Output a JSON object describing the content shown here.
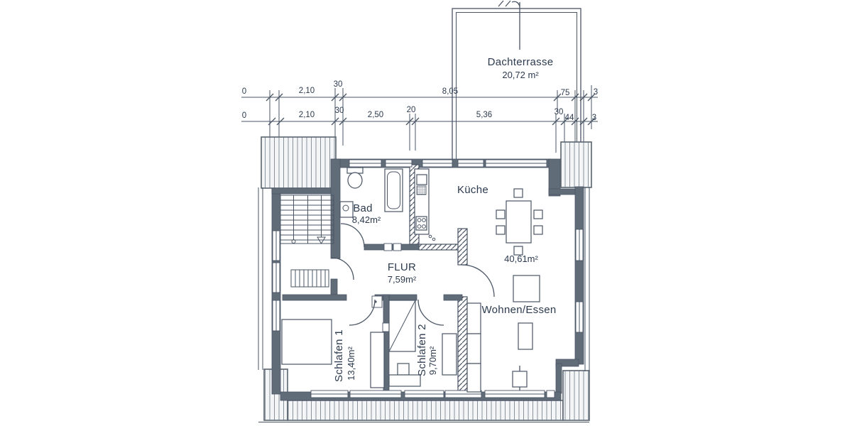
{
  "plan": {
    "rooms": [
      {
        "name": "Dachterrasse",
        "area": "20,72 m²"
      },
      {
        "name": "Küche",
        "area": "40,61m²"
      },
      {
        "name": "Bad",
        "area": "8,42m²"
      },
      {
        "name": "FLUR",
        "area": "7,59m²"
      },
      {
        "name": "Wohnen/Essen",
        "area": ""
      },
      {
        "name": "Schlafen 1",
        "area": "13,40m²"
      },
      {
        "name": "Schlafen 2",
        "area": "9,70m²"
      }
    ],
    "dim_row1": [
      "0",
      "2,10",
      "30",
      "8,05",
      "75",
      "3"
    ],
    "dim_row2": [
      "0",
      "2,10",
      "30",
      "2,50",
      "20",
      "5,36",
      "30",
      "44",
      "3"
    ],
    "colors": {
      "line": "#4a5565",
      "wall": "#616c79",
      "text": "#2c3a4e",
      "roof_stripe": "#8a929c"
    }
  }
}
